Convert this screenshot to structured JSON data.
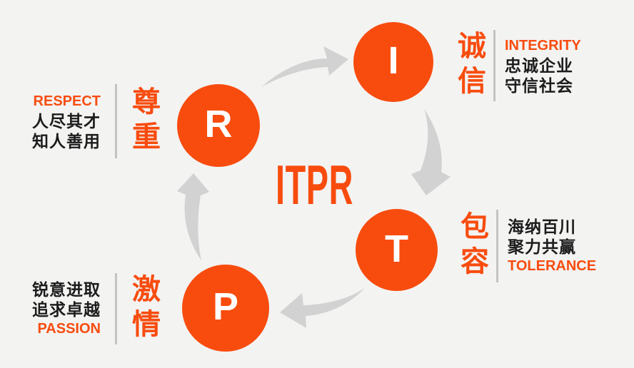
{
  "title": "ITPR",
  "colors": {
    "accent": "#F84C0E",
    "text": "#1C1C1C",
    "arrow": "#D2D2D2",
    "divider": "#C3C3C3",
    "background": "#F3F3F2",
    "circle_letter": "#FFFFFF"
  },
  "nodes": [
    {
      "id": "integrity",
      "letter": "I",
      "zh": "诚信",
      "en": "INTEGRITY",
      "desc": [
        "忠诚企业",
        "守信社会"
      ]
    },
    {
      "id": "tolerance",
      "letter": "T",
      "zh": "包容",
      "en": "TOLERANCE",
      "desc": [
        "海纳百川",
        "聚力共赢"
      ]
    },
    {
      "id": "passion",
      "letter": "P",
      "zh": "激情",
      "en": "PASSION",
      "desc": [
        "锐意进取",
        "追求卓越"
      ]
    },
    {
      "id": "respect",
      "letter": "R",
      "zh": "尊重",
      "en": "RESPECT",
      "desc": [
        "人尽其才",
        "知人善用"
      ]
    }
  ],
  "arrows": [
    {
      "name": "respect-to-integrity"
    },
    {
      "name": "integrity-to-tolerance"
    },
    {
      "name": "tolerance-to-passion"
    },
    {
      "name": "passion-to-respect"
    }
  ]
}
